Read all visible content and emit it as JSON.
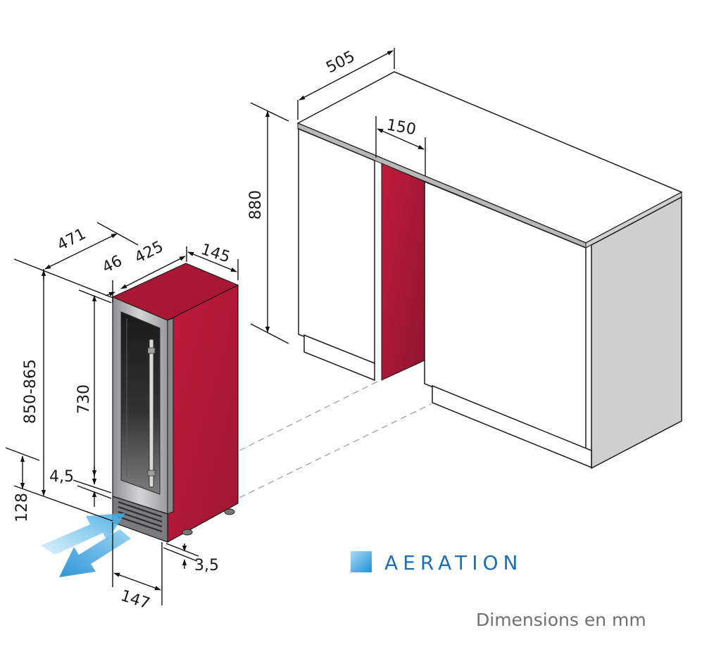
{
  "colors": {
    "cabinet_red": "#b01a35",
    "steel": "#a9aaad",
    "counter_side": "#cfcfcf",
    "aeration_blue": "#1d6eb5",
    "airflow_blue": "#3aa3de",
    "unit_grey": "#6f6f6f"
  },
  "dimensions": {
    "d505": "505",
    "d150": "150",
    "d880": "880",
    "d471": "471",
    "d46": "46",
    "d425": "425",
    "d145": "145",
    "d850_865": "850-865",
    "d730": "730",
    "d4_5": "4,5",
    "d128": "128",
    "d3_5": "3,5",
    "d147": "147"
  },
  "legend": {
    "aeration": "AERATION",
    "units": "Dimensions en mm"
  }
}
